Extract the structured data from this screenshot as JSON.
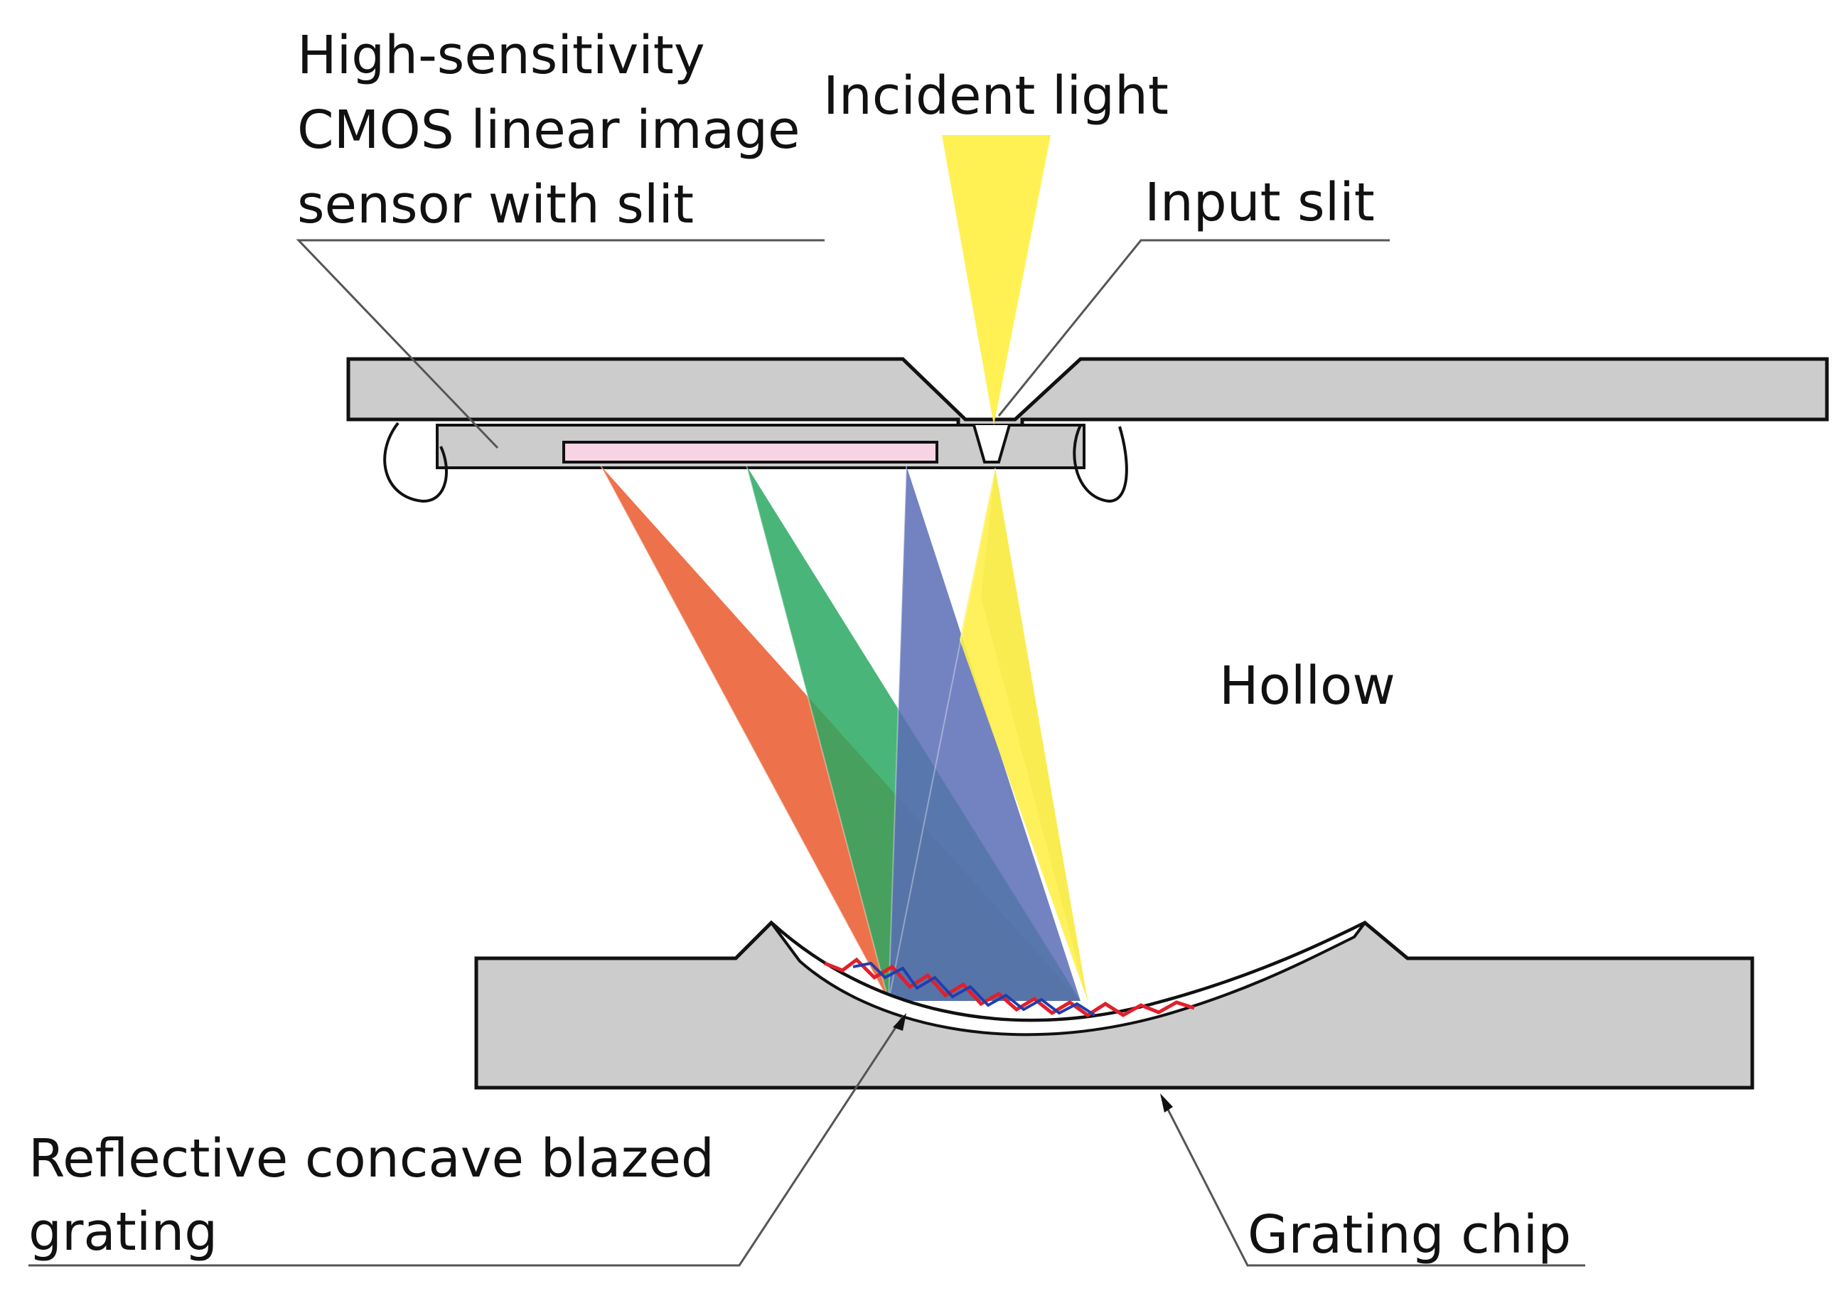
{
  "labels": {
    "sensor_line1": "High-sensitivity",
    "sensor_line2": "CMOS linear image",
    "sensor_line3": "sensor with slit",
    "incident_light": "Incident light",
    "input_slit": "Input slit",
    "hollow": "Hollow",
    "grating_line1": "Reflective concave blazed",
    "grating_line2": "grating",
    "grating_chip": "Grating chip"
  },
  "colors": {
    "housing": "#cccccc",
    "outline": "#111111",
    "incident_beam": "#fff04a",
    "red_beam": "#ec6940",
    "green_beam": "#3fb36c",
    "blue_beam": "#5b6cb6",
    "sensor_strip": "#f8d3e3",
    "grating_zigzag_red": "#e0202c",
    "grating_zigzag_blue": "#1f3fae",
    "leader_line": "#555555"
  }
}
